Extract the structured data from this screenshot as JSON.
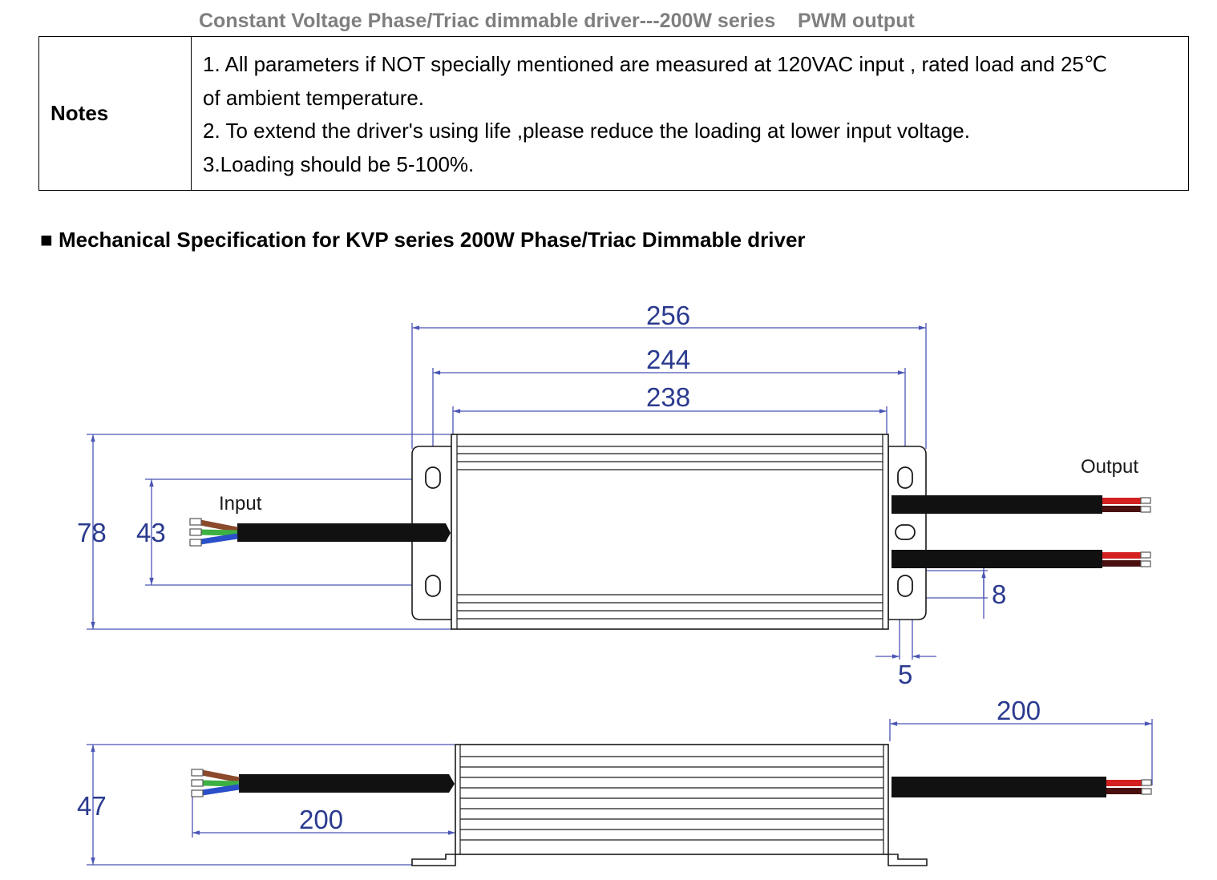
{
  "header": {
    "title": "Constant Voltage Phase/Triac dimmable driver---200W series    PWM output"
  },
  "notes": {
    "label": "Notes",
    "lines": [
      "1. All parameters if NOT specially mentioned are measured at 120VAC input , rated load and 25℃",
      "of ambient temperature.",
      "2. To extend the driver's using life ,please reduce the loading at lower input voltage.",
      "3.Loading should be 5-100%."
    ]
  },
  "section": {
    "bullet": "■",
    "heading": "Mechanical Specification for KVP series 200W Phase/Triac Dimmable driver"
  },
  "drawing": {
    "labels": {
      "input": "Input",
      "output": "Output"
    },
    "dimensions": {
      "overall_length": "256",
      "mount_hole_spacing": "244",
      "body_length": "238",
      "overall_width": "78",
      "hole_spacing_width": "43",
      "slot_height": "8",
      "slot_width": "5",
      "output_cable_length": "200",
      "height": "47",
      "input_cable_length": "200"
    },
    "colors": {
      "dimension_lines": "#4a55b5",
      "dimension_text": "#2a3a8f",
      "cable": "#111111",
      "wire_brown": "#8b4a2b",
      "wire_green": "#3cb043",
      "wire_blue": "#2b4fc9",
      "wire_red": "#d42020"
    }
  }
}
